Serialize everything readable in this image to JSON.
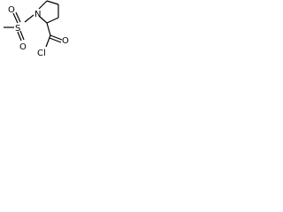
{
  "molecule": {
    "atoms": {
      "nitrogen": "N",
      "sulfur": "S",
      "oxygen_top": "O",
      "oxygen_bottom": "O",
      "carbonyl_oxygen": "O",
      "chlorine": "Cl"
    }
  }
}
